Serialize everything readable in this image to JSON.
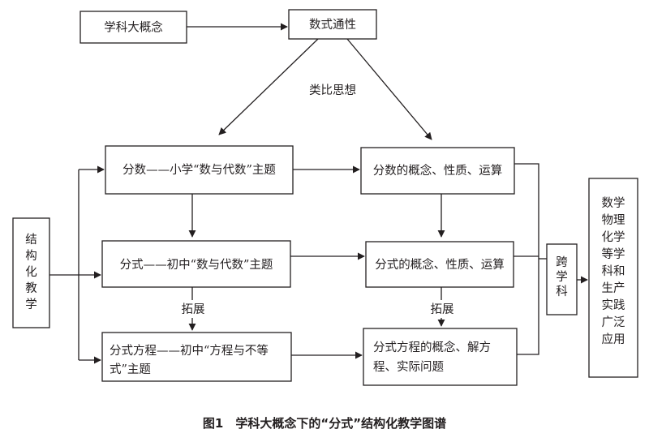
{
  "nodes": {
    "big_concept": "学科大概念",
    "general_property": "数式通性",
    "analogy": "类比思想",
    "fraction_primary": "分数——小学“数与代数”主题",
    "fraction_concept": "分数的概念、性质、运算",
    "structured_teaching": [
      "结",
      "构",
      "化",
      "教",
      "学"
    ],
    "rational_junior": "分式——初中“数与代数”主题",
    "rational_concept": "分式的概念、性质、运算",
    "extend_left": "拓展",
    "extend_right": "拓展",
    "cross_discipline": [
      "跨",
      "学",
      "科"
    ],
    "application": [
      "数学",
      "物理",
      "化学",
      "等学",
      "科和",
      "生产",
      "实践",
      "广泛",
      "应用"
    ],
    "equation_junior": [
      "分式方程——初中“方程与不等",
      "式”主题"
    ],
    "equation_concept": [
      "分式方程的概念、解方",
      "程、实际问题"
    ]
  },
  "caption": "图1　学科大概念下的“分式”结构化教学图谱"
}
